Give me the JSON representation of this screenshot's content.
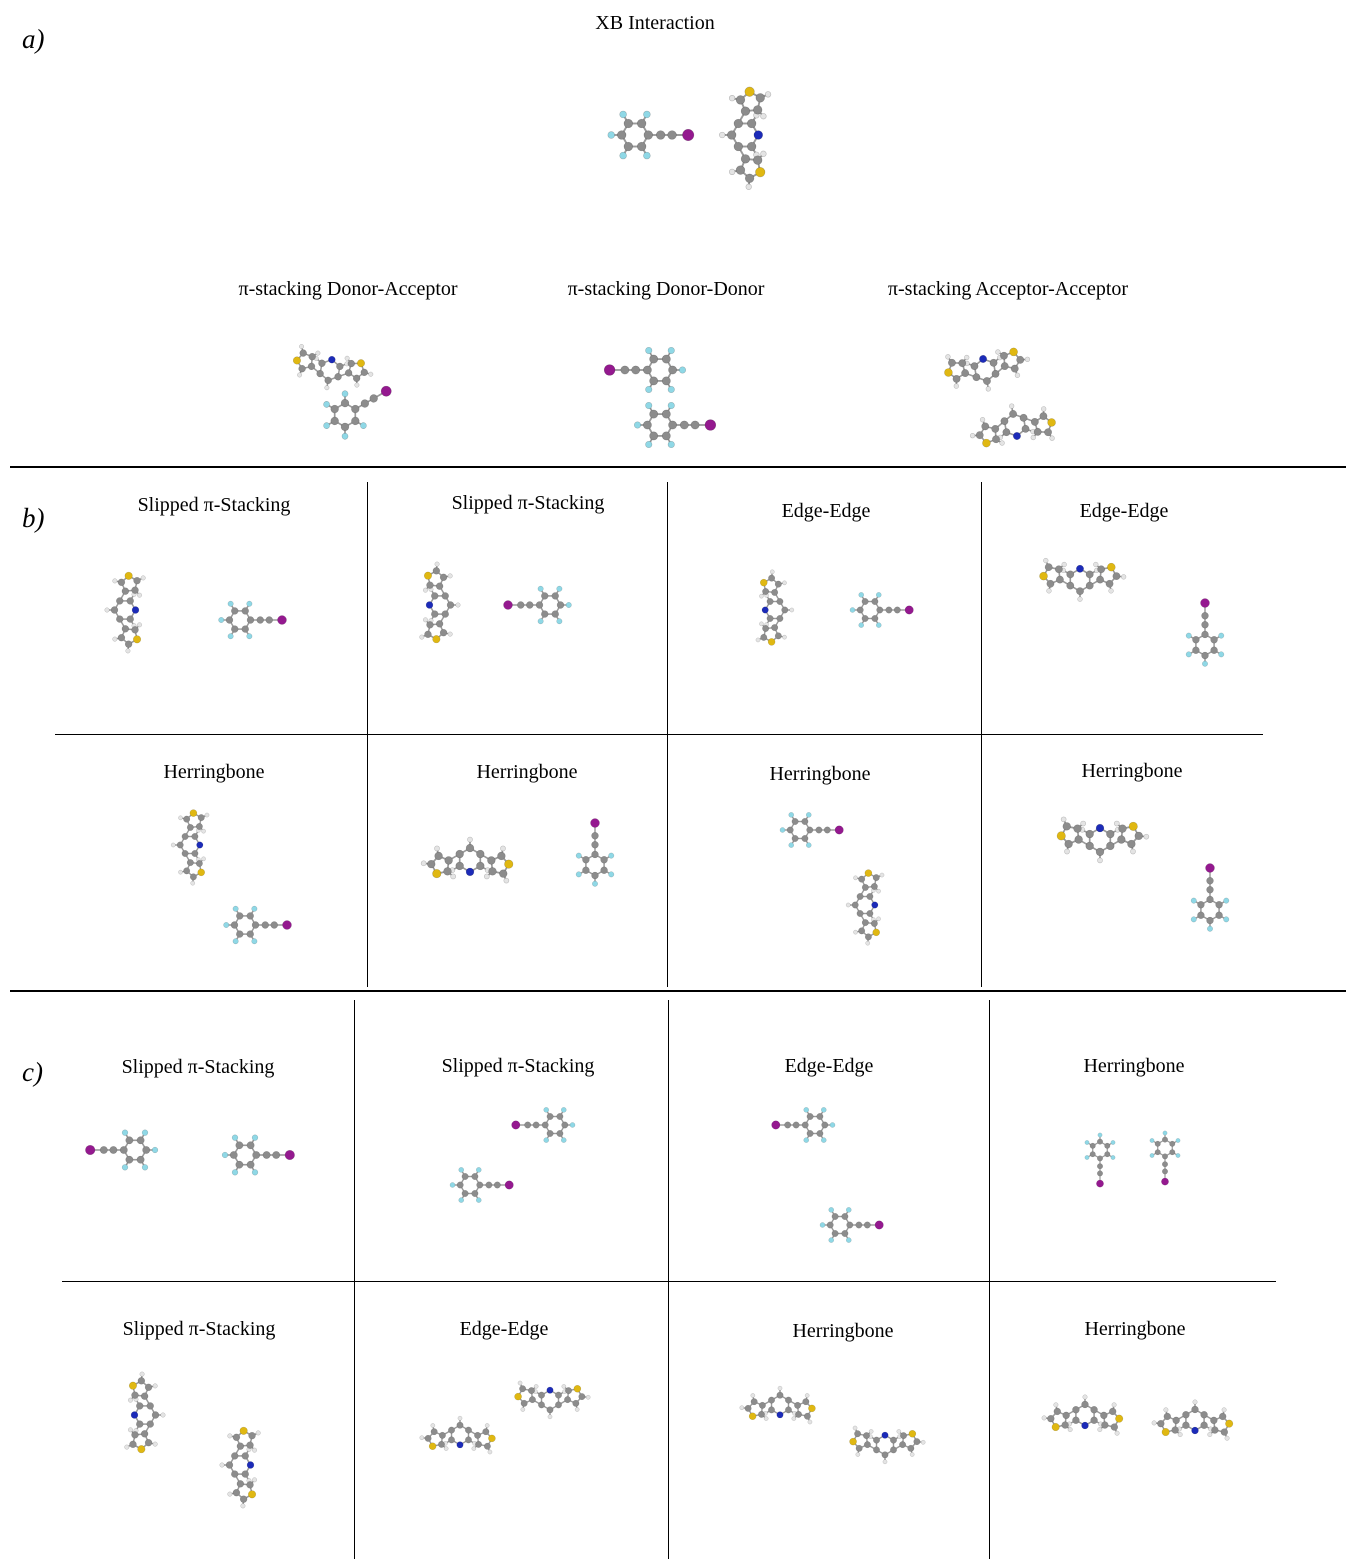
{
  "panel_labels": {
    "a": "a)",
    "b": "b)",
    "c": "c)"
  },
  "section_a": {
    "xb_title": "XB Interaction",
    "stack_da": "π-stacking Donor-Acceptor",
    "stack_dd": "π-stacking Donor-Donor",
    "stack_aa": "π-stacking Acceptor-Acceptor"
  },
  "section_b": {
    "row1": [
      "Slipped π-Stacking",
      "Slipped π-Stacking",
      "Edge-Edge",
      "Edge-Edge"
    ],
    "row2": [
      "Herringbone",
      "Herringbone",
      "Herringbone",
      "Herringbone"
    ]
  },
  "section_c": {
    "row1": [
      "Slipped π-Stacking",
      "Slipped π-Stacking",
      "Edge-Edge",
      "Herringbone"
    ],
    "row2": [
      "Slipped π-Stacking",
      "Edge-Edge",
      "Herringbone",
      "Herringbone"
    ]
  },
  "atom_colors": {
    "C": "#8c8c8c",
    "H": "#e4e4e4",
    "F": "#8fd8e6",
    "I": "#94198f",
    "N": "#1c2bb8",
    "S": "#e0b812"
  },
  "molecule_types": [
    "acceptor-fluoroaryl-iodoalkyne",
    "donor-pyridine-bithiophene"
  ]
}
